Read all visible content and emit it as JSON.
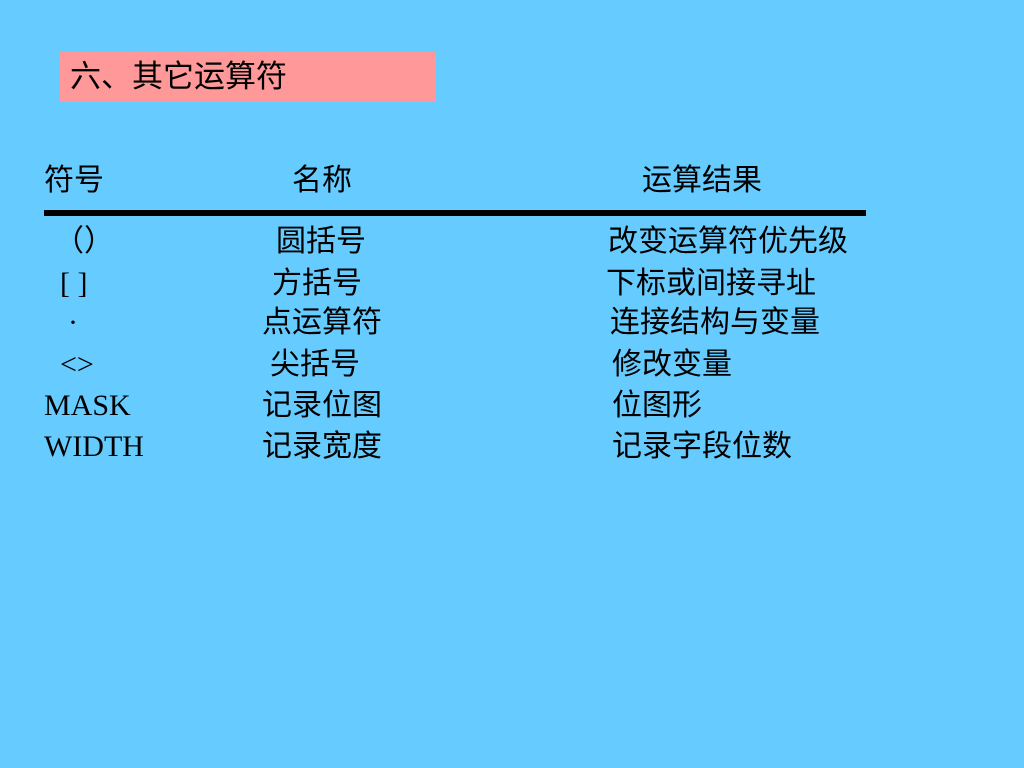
{
  "title": "六、其它运算符",
  "headers": {
    "symbol": "符号",
    "name": "名称",
    "result": "运算结果"
  },
  "rows": [
    {
      "symbol": "（）",
      "name": "圆括号",
      "result": "改变运算符优先级"
    },
    {
      "symbol": "[ ]",
      "name": "方括号",
      "result": "下标或间接寻址"
    },
    {
      "symbol": "·",
      "name": "点运算符",
      "result": "连接结构与变量"
    },
    {
      "symbol": "<>",
      "name": "尖括号",
      "result": "修改变量"
    },
    {
      "symbol": "MASK",
      "name": "记录位图",
      "result": "位图形"
    },
    {
      "symbol": "WIDTH",
      "name": "记录宽度",
      "result": "记录字段位数"
    }
  ],
  "colors": {
    "background": "#66ccff",
    "title_box": "#ff9999",
    "text": "#000000"
  }
}
